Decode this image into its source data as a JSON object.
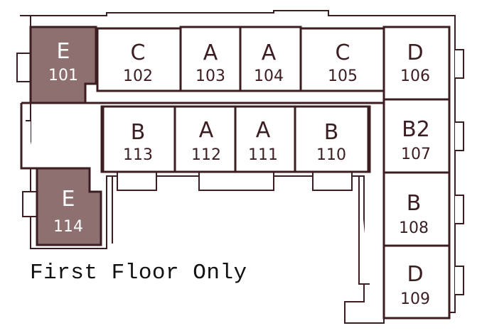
{
  "caption": "First Floor Only",
  "colors": {
    "wall": "#3b1d22",
    "unit_fill": "#ffffff",
    "highlight_fill": "#8e7070",
    "text_dark": "#3b1d22",
    "text_light": "#ffffff"
  },
  "units": [
    {
      "id": "101",
      "type": "E",
      "number": "101",
      "highlighted": true
    },
    {
      "id": "102",
      "type": "C",
      "number": "102",
      "highlighted": false
    },
    {
      "id": "103",
      "type": "A",
      "number": "103",
      "highlighted": false
    },
    {
      "id": "104",
      "type": "A",
      "number": "104",
      "highlighted": false
    },
    {
      "id": "105",
      "type": "C",
      "number": "105",
      "highlighted": false
    },
    {
      "id": "106",
      "type": "D",
      "number": "106",
      "highlighted": false
    },
    {
      "id": "113",
      "type": "B",
      "number": "113",
      "highlighted": false
    },
    {
      "id": "112",
      "type": "A",
      "number": "112",
      "highlighted": false
    },
    {
      "id": "111",
      "type": "A",
      "number": "111",
      "highlighted": false
    },
    {
      "id": "110",
      "type": "B",
      "number": "110",
      "highlighted": false
    },
    {
      "id": "107",
      "type": "B2",
      "number": "107",
      "highlighted": false
    },
    {
      "id": "108",
      "type": "B",
      "number": "108",
      "highlighted": false
    },
    {
      "id": "114",
      "type": "E",
      "number": "114",
      "highlighted": true
    },
    {
      "id": "109",
      "type": "D",
      "number": "109",
      "highlighted": false
    }
  ]
}
